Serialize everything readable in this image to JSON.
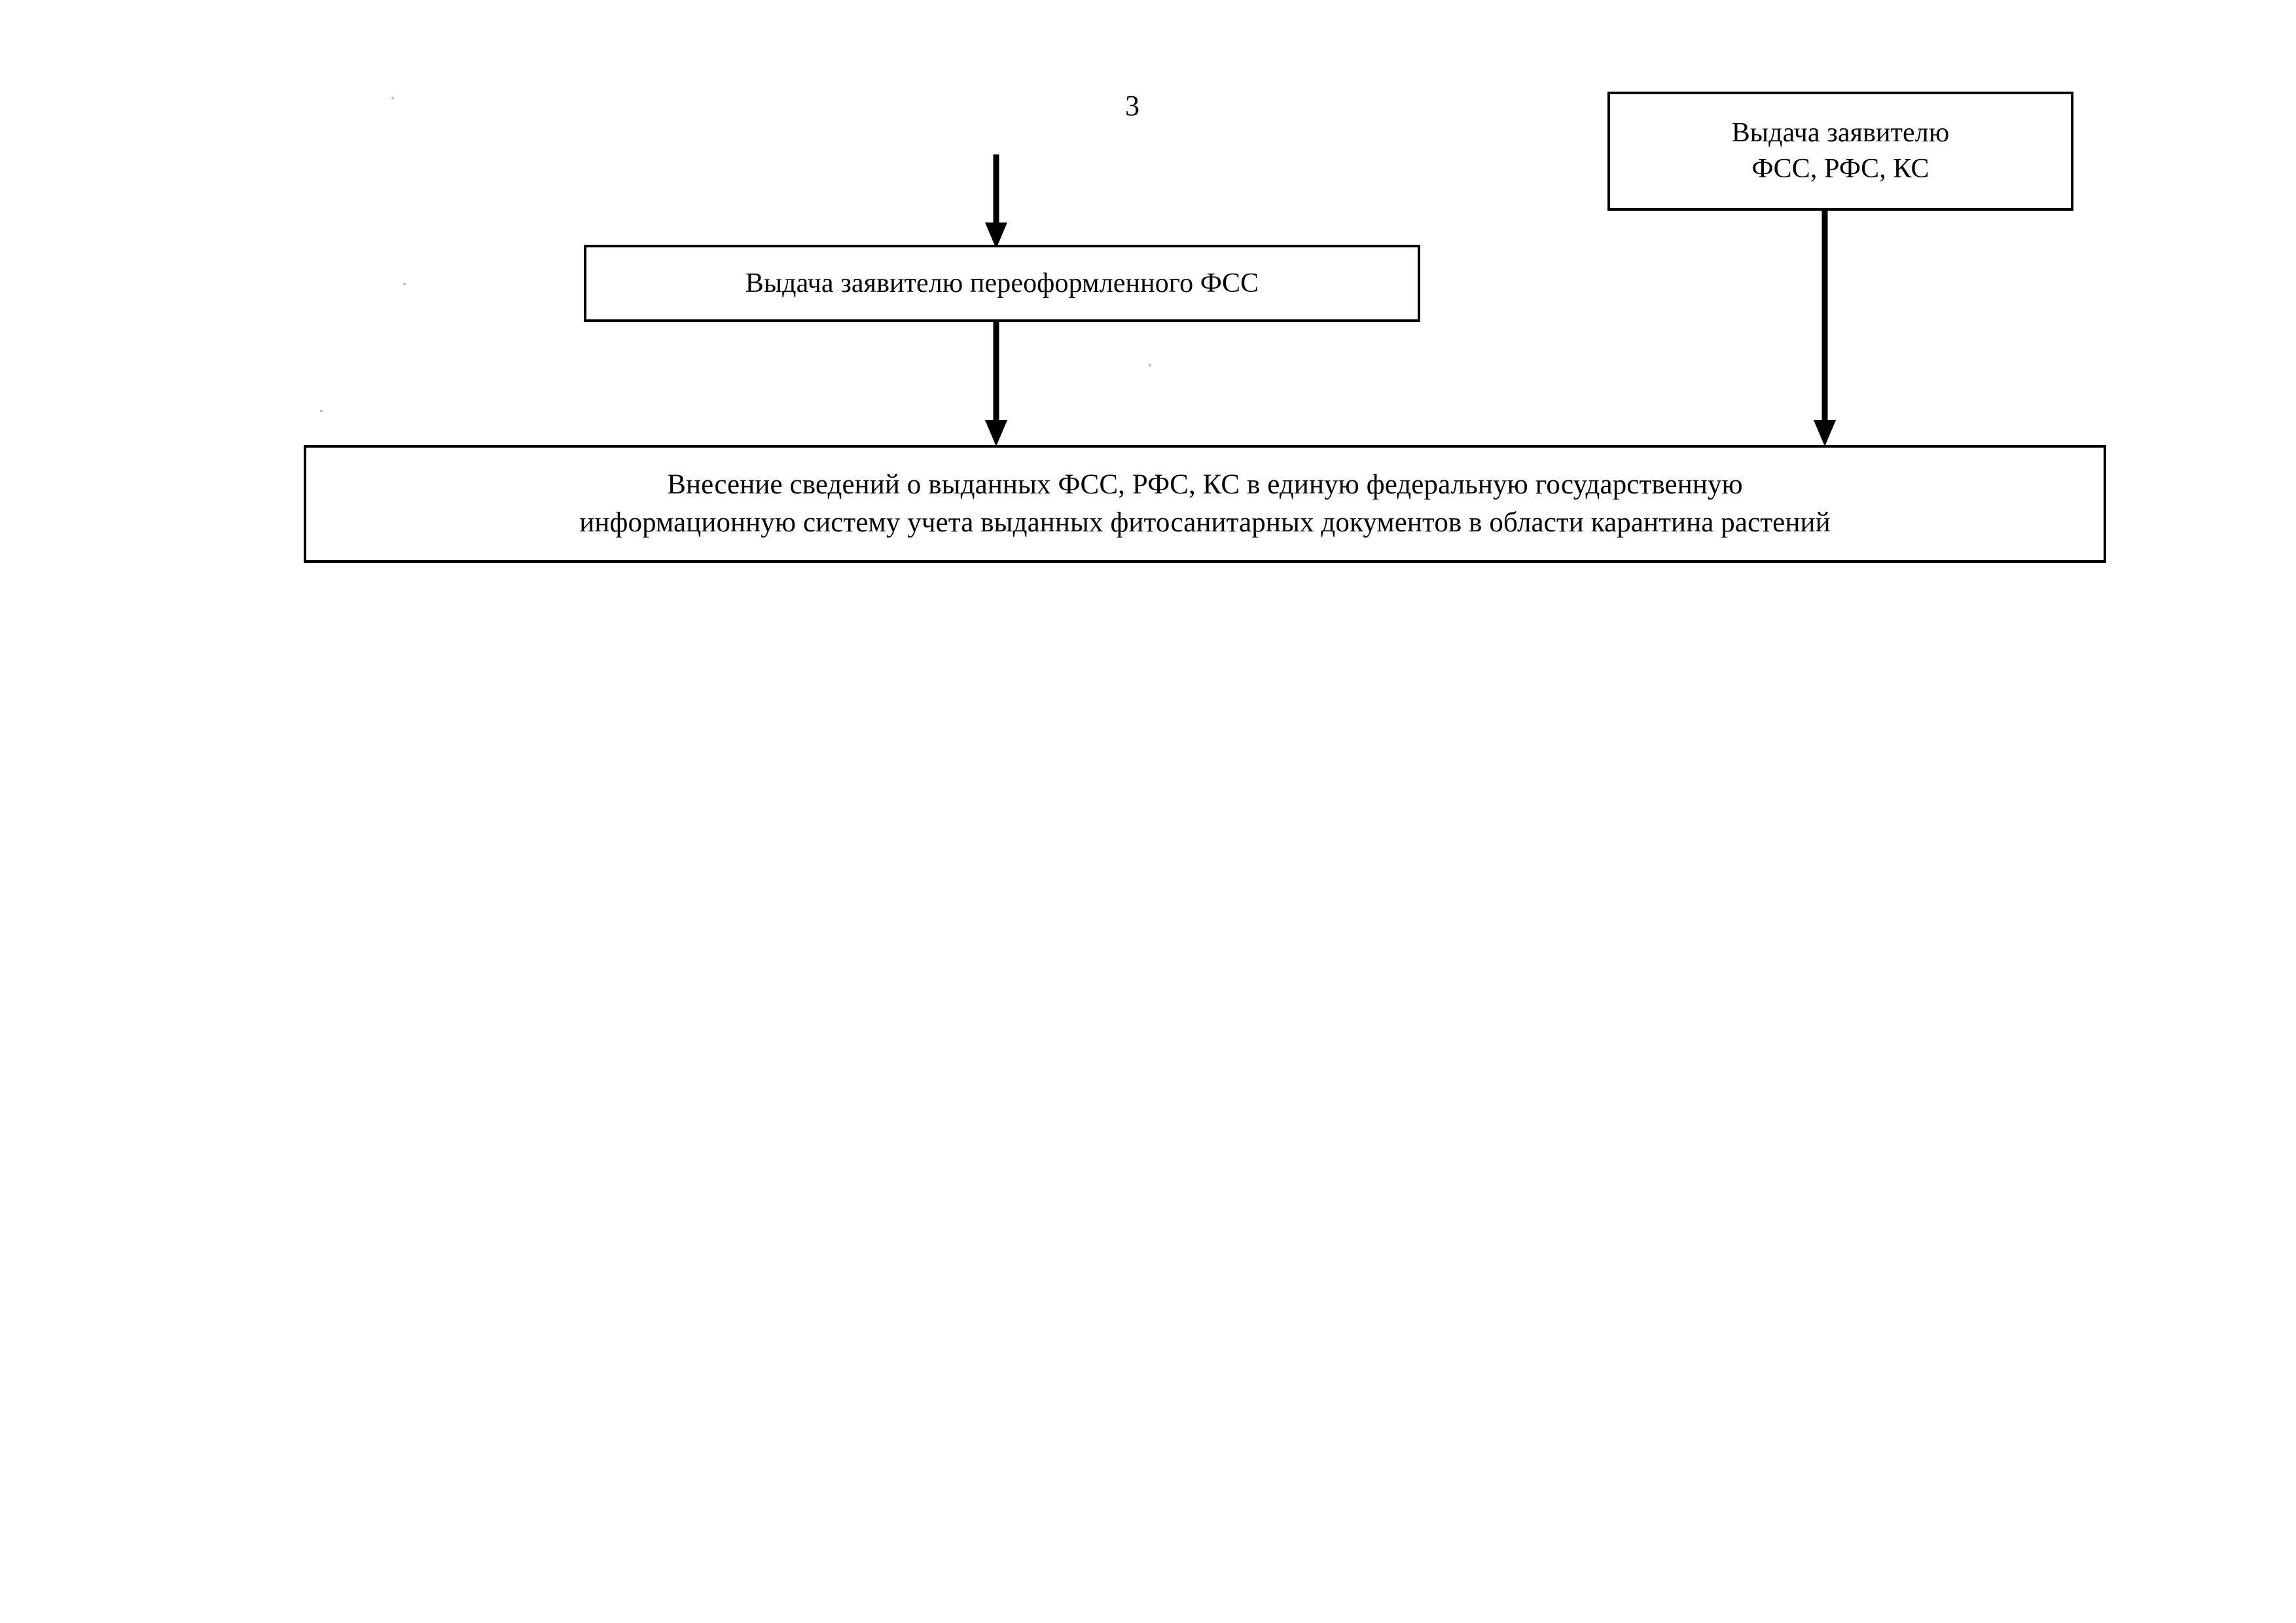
{
  "document": {
    "page_number": "3",
    "language": "ru"
  },
  "diagram": {
    "type": "flowchart",
    "orientation": "top-to-bottom",
    "nodes": [
      {
        "id": "issue-fss-rfs-ks",
        "label": "Выдача заявителю\nФСС, РФС, КС",
        "shape": "rectangle"
      },
      {
        "id": "issue-reissued-fss",
        "label": "Выдача заявителю переоформленного ФСС",
        "shape": "rectangle"
      },
      {
        "id": "register-info",
        "label": "Внесение сведений о выданных ФСС, РФС, КС в единую федеральную государственную\nинформационную систему учета выданных фитосанитарных документов в области карантина растений",
        "shape": "rectangle"
      }
    ],
    "edges": [
      {
        "id": "edge-incoming-to-reissued",
        "from": "",
        "to": "issue-reissued-fss",
        "style": "solid-arrow-down"
      },
      {
        "id": "edge-reissued-to-register",
        "from": "issue-reissued-fss",
        "to": "register-info",
        "style": "solid-arrow-down"
      },
      {
        "id": "edge-fssrfsks-to-register",
        "from": "issue-fss-rfs-ks",
        "to": "register-info",
        "style": "solid-arrow-down"
      }
    ],
    "colors": {
      "ink": "#000000",
      "paper": "#ffffff"
    }
  }
}
